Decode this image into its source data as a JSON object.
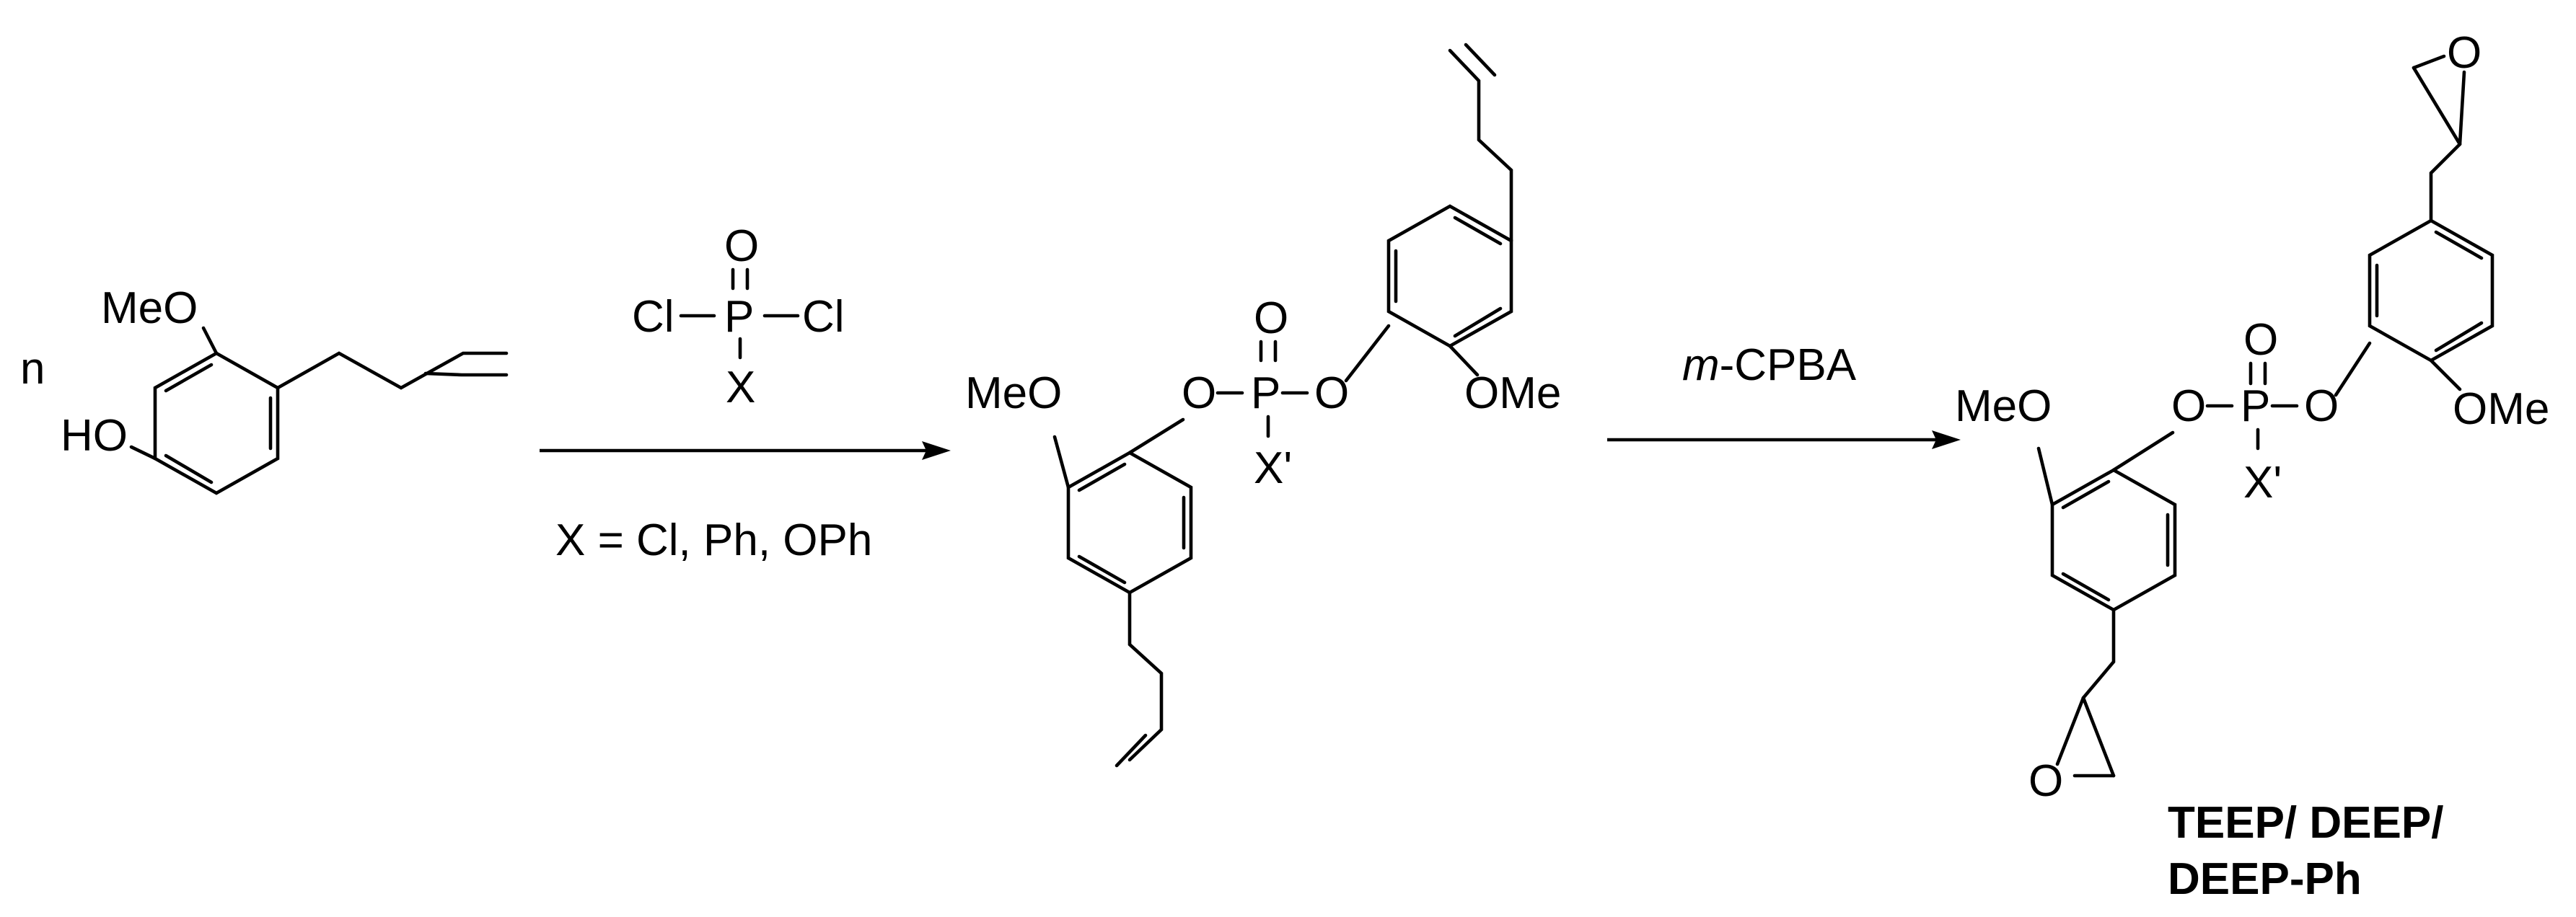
{
  "reactant": {
    "stoich": "n",
    "meo": "MeO",
    "ho": "HO"
  },
  "reagent": {
    "oxygen": "O",
    "cl_left": "Cl",
    "phosphorus": "P",
    "cl_right": "Cl",
    "x": "X"
  },
  "step1": {
    "condition": "X = Cl, Ph, OPh"
  },
  "intermediate": {
    "meo": "MeO",
    "o_left": "O",
    "oxygen": "O",
    "phosphorus": "P",
    "o_right": "O",
    "x_prime": "X'",
    "ome": "OMe"
  },
  "step2": {
    "reagent_italic": "m",
    "reagent_rest": "-CPBA"
  },
  "product": {
    "meo": "MeO",
    "o_left": "O",
    "oxygen": "O",
    "phosphorus": "P",
    "o_right": "O",
    "x_prime": "X'",
    "ome": "OMe",
    "epox_top_o": "O",
    "epox_bottom_o": "O"
  },
  "product_name": {
    "line1": "TEEP/ DEEP/",
    "line2": "DEEP-Ph"
  }
}
